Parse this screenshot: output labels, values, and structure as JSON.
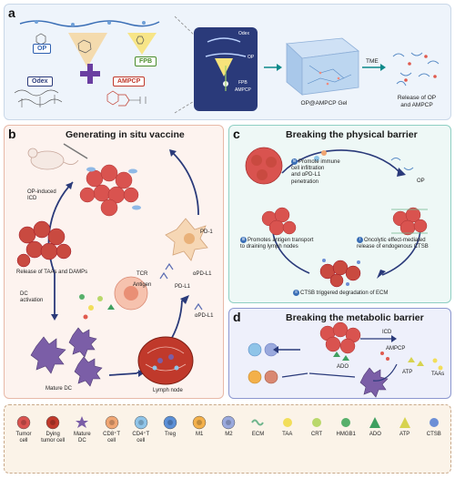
{
  "panel_a": {
    "label": "a",
    "op": "OP",
    "fpb": "FPB",
    "odex": "Odex",
    "ampcp": "AMPCP",
    "inset_odex": "Odex",
    "inset_op": "OP",
    "inset_fpb": "FPB",
    "inset_ampcp": "AMPCP",
    "gel": "OP@AMPCP Gel",
    "tme": "TME",
    "release": "Release of OP\nand AMPCP"
  },
  "panel_b": {
    "label": "b",
    "title": "Generating in situ vaccine",
    "op_icd": "OP-induced\nICD",
    "release_taa": "Release of TAAs and DAMPs",
    "dc_activation": "DC\nactivation",
    "mature_dc": "Mature DC",
    "lymph_node": "Lymph node",
    "pd1": "PD-1",
    "tcr": "TCR",
    "antigen": "Antigen",
    "apd_l1_a": "αPD-L1",
    "pd_l1": "PD-L1",
    "apd_l1_b": "αPD-L1"
  },
  "panel_c": {
    "label": "c",
    "title": "Breaking the physical barrier",
    "step4_num": "iv",
    "step4": "Promote immune\ncell infiltration\nand αPD-L1\npenetration",
    "op": "OP",
    "step3_num": "iii",
    "step3": "Promotes antigen transport\nto draining lymph nodes",
    "step1_num": "i",
    "step1": "Oncolytic effect-mediated\nrelease of endogenous CTSB",
    "step2_num": "ii",
    "step2": "CTSB triggered degradation of ECM"
  },
  "panel_d": {
    "label": "d",
    "title": "Breaking the metabolic barrier",
    "icd": "ICD",
    "ampcp": "AMPCP",
    "ado": "ADO",
    "atp": "ATP",
    "taas": "TAAs"
  },
  "legend": [
    {
      "label": "Tumor\ncell",
      "icon": "tumor-cell-icon",
      "color": "#d9534f"
    },
    {
      "label": "Dying\ntumor cell",
      "icon": "dying-tumor-cell-icon",
      "color": "#c0392b"
    },
    {
      "label": "Mature\nDC",
      "icon": "mature-dc-icon",
      "color": "#7b5ea7"
    },
    {
      "label": "CD8⁺T\ncell",
      "icon": "cd8-t-cell-icon",
      "color": "#f0a673"
    },
    {
      "label": "CD4⁺T\ncell",
      "icon": "cd4-t-cell-icon",
      "color": "#8fc4e8"
    },
    {
      "label": "Treg",
      "icon": "treg-icon",
      "color": "#5b8fd6"
    },
    {
      "label": "M1",
      "icon": "m1-icon",
      "color": "#f3b04a"
    },
    {
      "label": "M2",
      "icon": "m2-icon",
      "color": "#9aa9dd"
    },
    {
      "label": "ECM",
      "icon": "ecm-icon",
      "color": "#6fb58d"
    },
    {
      "label": "TAA",
      "icon": "taa-icon",
      "color": "#f2de5a"
    },
    {
      "label": "CRT",
      "icon": "crt-icon",
      "color": "#b9d86a"
    },
    {
      "label": "HMGB1",
      "icon": "hmgb1-icon",
      "color": "#57b06b"
    },
    {
      "label": "ADO",
      "icon": "ado-icon",
      "color": "#3fa060"
    },
    {
      "label": "ATP",
      "icon": "atp-icon",
      "color": "#d7d34f"
    },
    {
      "label": "CTSB",
      "icon": "ctsb-icon",
      "color": "#6c8fd6"
    }
  ]
}
